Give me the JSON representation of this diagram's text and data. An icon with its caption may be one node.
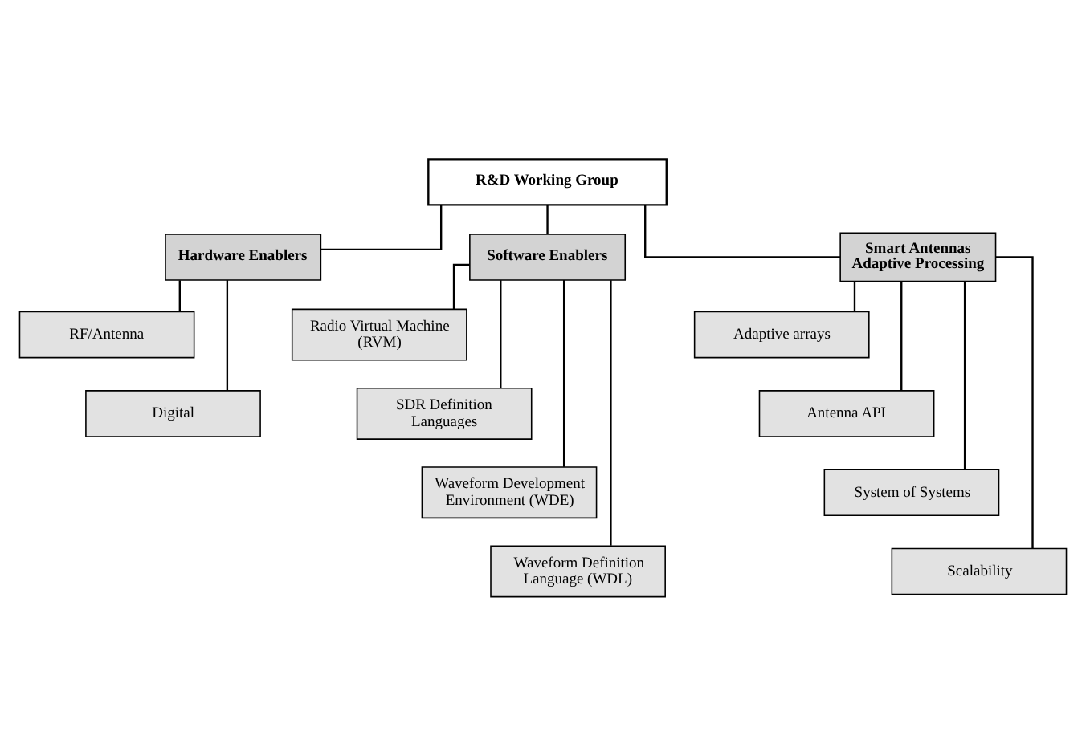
{
  "diagram": {
    "nodes": [
      {
        "text": [
          "R&D Working Group"
        ]
      },
      {
        "text": [
          "Hardware Enablers"
        ]
      },
      {
        "text": [
          "Software Enablers"
        ]
      },
      {
        "text": [
          "Smart Antennas Adaptive Processing"
        ]
      },
      {
        "text": [
          "RF/Antenna"
        ]
      },
      {
        "text": [
          "Digital"
        ]
      },
      {
        "text": [
          "Radio Virtual Machine (RVM)"
        ]
      },
      {
        "text": [
          "SDR Definition Languages"
        ]
      },
      {
        "text": [
          "Waveform Development Environment (WDE)"
        ]
      },
      {
        "text": [
          "Waveform Definition Language (WDL)"
        ]
      },
      {
        "text": [
          "Adaptive arrays"
        ]
      },
      {
        "text": [
          "Antenna API"
        ]
      },
      {
        "text": [
          "System of Systems"
        ]
      },
      {
        "text": [
          "Scalability"
        ]
      }
    ],
    "edges": [
      {
        "from": 0,
        "to": 1,
        "arrow": "none"
      },
      {
        "from": 0,
        "to": 2,
        "arrow": "none"
      },
      {
        "from": 0,
        "to": 3,
        "arrow": "none"
      },
      {
        "from": 1,
        "to": 4,
        "arrow": "none"
      },
      {
        "from": 1,
        "to": 5,
        "arrow": "none"
      },
      {
        "from": 2,
        "to": 6,
        "arrow": "none"
      },
      {
        "from": 2,
        "to": 7,
        "arrow": "none"
      },
      {
        "from": 2,
        "to": 8,
        "arrow": "none"
      },
      {
        "from": 2,
        "to": 9,
        "arrow": "none"
      },
      {
        "from": 3,
        "to": 10,
        "arrow": "none"
      },
      {
        "from": 3,
        "to": 11,
        "arrow": "none"
      },
      {
        "from": 3,
        "to": 12,
        "arrow": "none"
      },
      {
        "from": 3,
        "to": 13,
        "arrow": "none"
      }
    ]
  }
}
